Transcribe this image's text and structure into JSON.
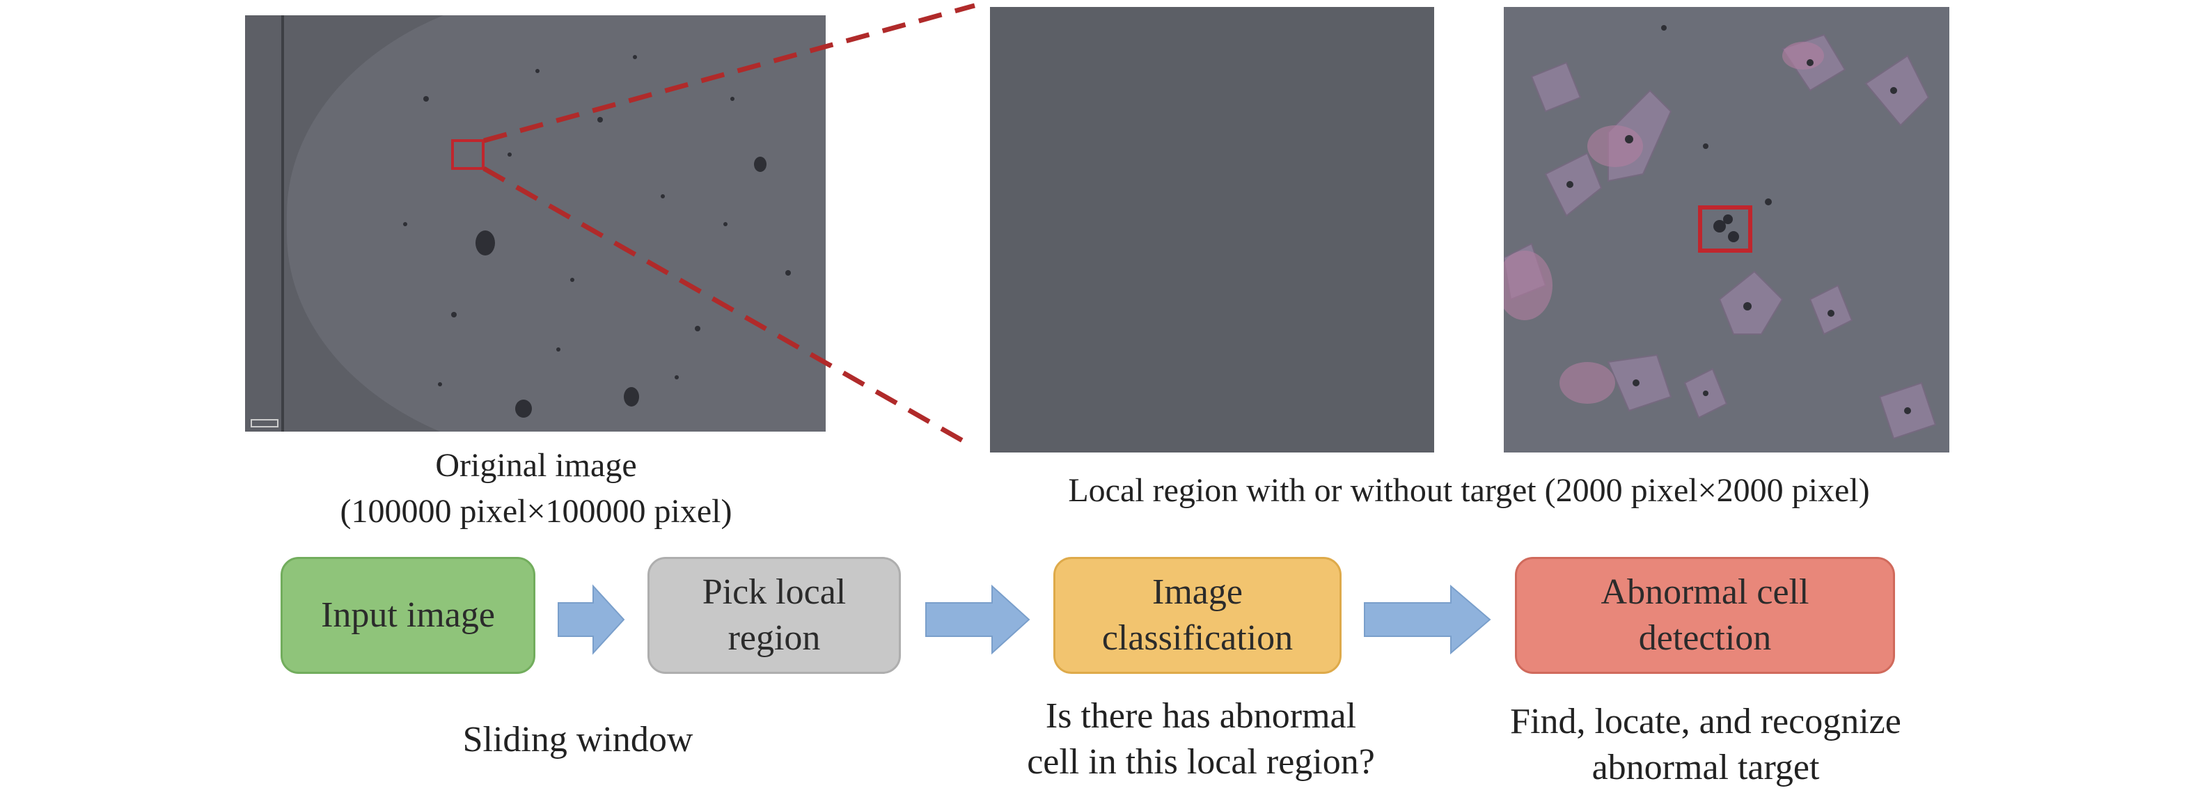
{
  "figure": {
    "original_image": {
      "label_line1": "Original image",
      "label_line2": "(100000 pixel×100000 pixel)"
    },
    "local_region": {
      "label": "Local region with or without target (2000 pixel×2000 pixel)"
    },
    "colors": {
      "slide_background": "#62646b",
      "empty_patch": "#5c5f66",
      "cell_patch": "#6b6e78",
      "highlight_red": "#c0262d",
      "arrow_blue": "#8fb2dc"
    }
  },
  "pipeline": {
    "steps": [
      {
        "label": "Input image",
        "color": "#8fc47a",
        "border": "#72ad5d"
      },
      {
        "label": "Pick local\nregion",
        "color": "#c8c8c8",
        "border": "#aeaeae"
      },
      {
        "label": "Image\nclassification",
        "color": "#f2c46f",
        "border": "#deaa4a"
      },
      {
        "label": "Abnormal cell\ndetection",
        "color": "#e8877a",
        "border": "#d06a5c"
      }
    ],
    "notes": {
      "sliding_window": "Sliding window",
      "classification_question": "Is there has abnormal\ncell in this local region?",
      "detection_goal": "Find, locate, and recognize\nabnormal target"
    }
  }
}
